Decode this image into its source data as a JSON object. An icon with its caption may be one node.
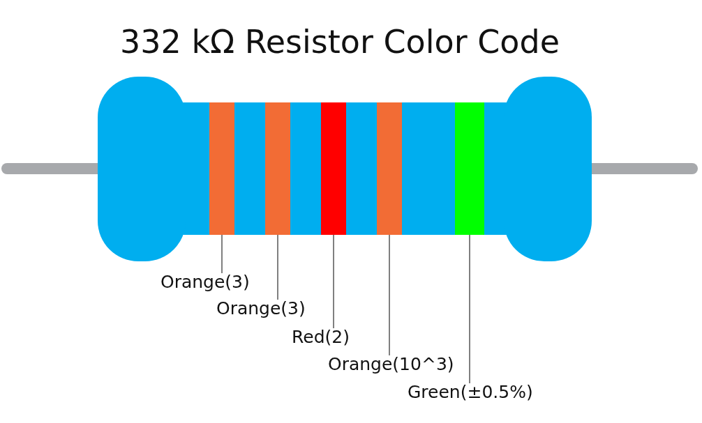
{
  "diagram": {
    "title": "332 kΩ Resistor Color Code",
    "nodes": [
      {
        "text": [],
        "shape": "bar"
      },
      {
        "text": [],
        "shape": "bar"
      },
      {
        "text": [],
        "shape": "bar"
      },
      {
        "text": [],
        "shape": "bar"
      },
      {
        "text": [],
        "shape": "bar"
      },
      {
        "text": [
          "Orange(3)"
        ]
      },
      {
        "text": [
          "Orange(3)"
        ]
      },
      {
        "text": [
          "Red(2)"
        ]
      },
      {
        "text": [
          "Orange(10^3)"
        ]
      },
      {
        "text": [
          "Green(±0.5%)"
        ]
      }
    ],
    "edges": [
      {
        "from": 5,
        "to": 0,
        "arrow": "none"
      },
      {
        "from": 6,
        "to": 1,
        "arrow": "none"
      },
      {
        "from": 7,
        "to": 2,
        "arrow": "none"
      },
      {
        "from": 8,
        "to": 3,
        "arrow": "none"
      },
      {
        "from": 9,
        "to": 4,
        "arrow": "none"
      }
    ]
  }
}
